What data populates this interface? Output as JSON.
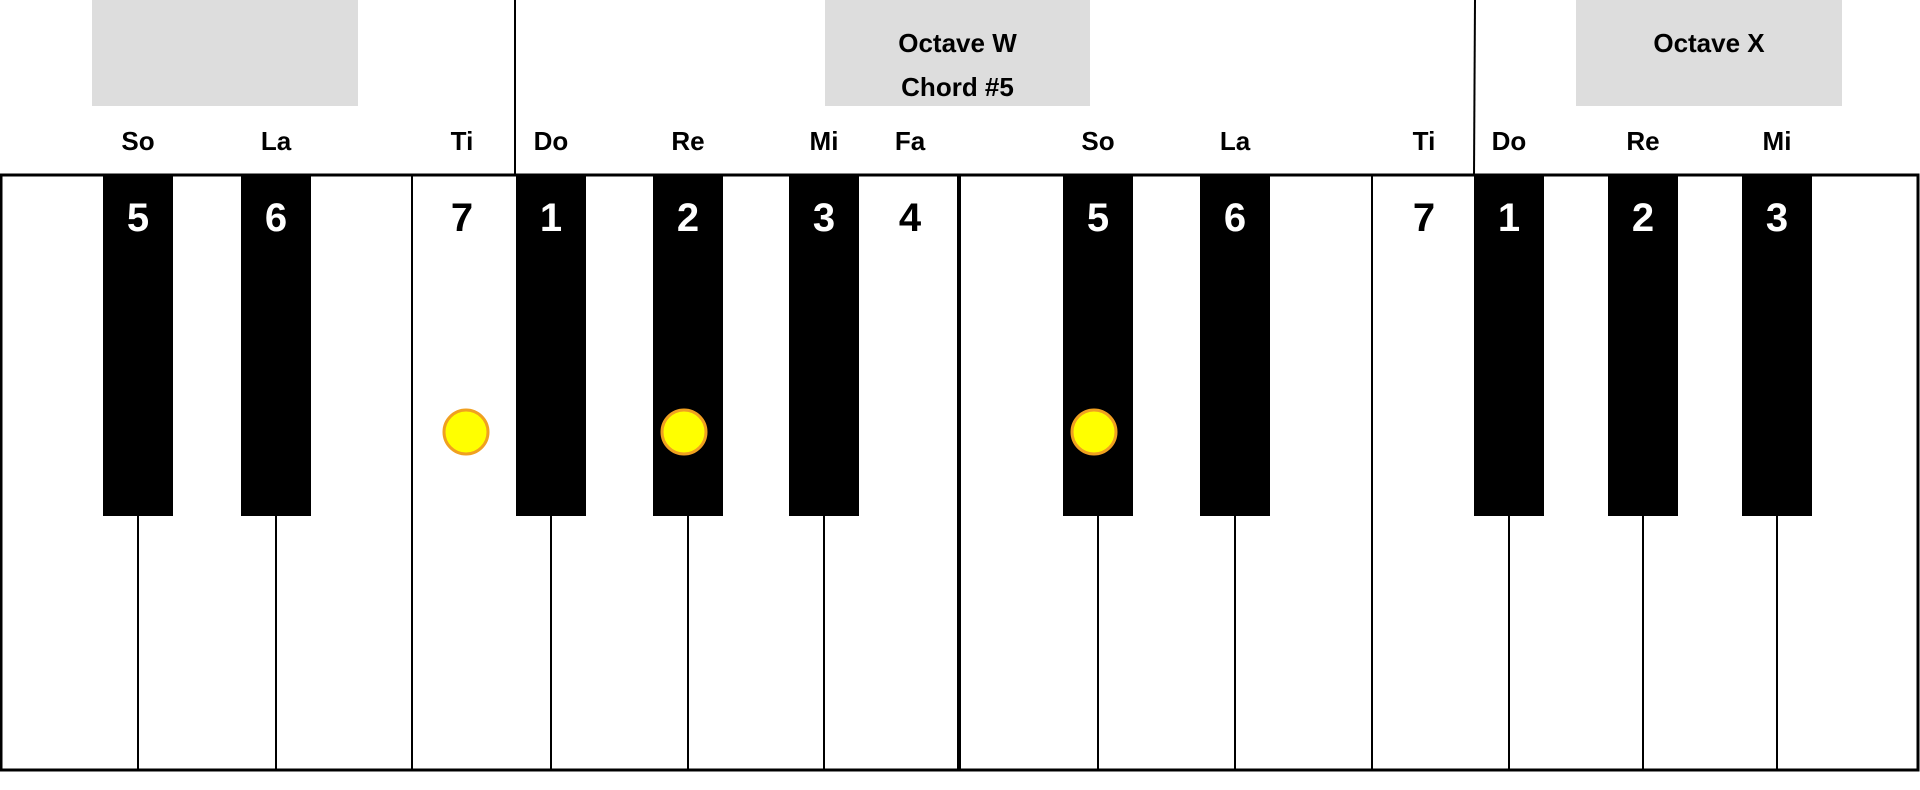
{
  "colors": {
    "background": "#ffffff",
    "header_box": "#dddddd",
    "key_outline": "#000000",
    "black_key": "#000000",
    "marker_fill": "#ffff00",
    "marker_stroke": "#f0a020"
  },
  "header_boxes": [
    {
      "id": "box-1",
      "lines": []
    },
    {
      "id": "box-octave-w",
      "lines": [
        "Octave W",
        "Chord #5"
      ]
    },
    {
      "id": "box-octave-x",
      "lines": [
        "Octave X"
      ]
    }
  ],
  "notes": [
    {
      "name": "So",
      "number": "5",
      "key": "black",
      "marked": false
    },
    {
      "name": "La",
      "number": "6",
      "key": "black",
      "marked": false
    },
    {
      "name": "Ti",
      "number": "7",
      "key": "white",
      "marked": true
    },
    {
      "name": "Do",
      "number": "1",
      "key": "black",
      "marked": false
    },
    {
      "name": "Re",
      "number": "2",
      "key": "black",
      "marked": true
    },
    {
      "name": "Mi",
      "number": "3",
      "key": "black",
      "marked": false
    },
    {
      "name": "Fa",
      "number": "4",
      "key": "white",
      "marked": false
    },
    {
      "name": "So",
      "number": "5",
      "key": "black",
      "marked": true
    },
    {
      "name": "La",
      "number": "6",
      "key": "black",
      "marked": false
    },
    {
      "name": "Ti",
      "number": "7",
      "key": "white",
      "marked": false
    },
    {
      "name": "Do",
      "number": "1",
      "key": "black",
      "marked": false
    },
    {
      "name": "Re",
      "number": "2",
      "key": "black",
      "marked": false
    },
    {
      "name": "Mi",
      "number": "3",
      "key": "black",
      "marked": false
    }
  ]
}
